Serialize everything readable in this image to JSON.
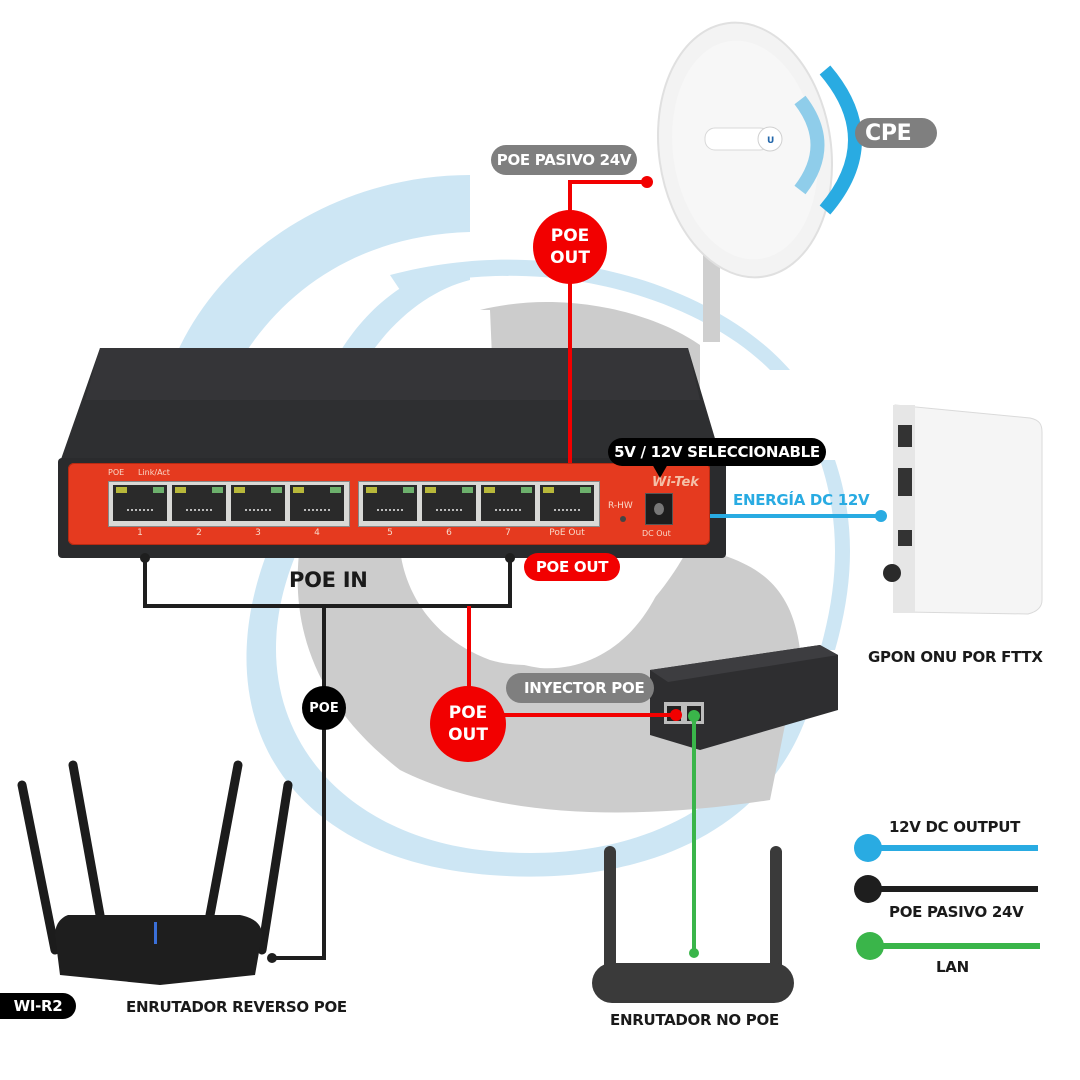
{
  "diagram": {
    "title": "Switch PoE Wi-Tek connection diagram",
    "colors": {
      "poe_red": "#f20000",
      "dc_blue": "#29abe2",
      "poe_black": "#1e1e1e",
      "lan_green": "#3ab54a",
      "label_gray": "#7f7f7f",
      "swirl_light_blue": "#cde6f4",
      "swirl_gray": "#cccccc"
    },
    "labels": {
      "poe_pasivo_top": "POE PASIVO 24V",
      "cpe": "CPE",
      "poe_out_top_line1": "POE",
      "poe_out_top_line2": "OUT",
      "seleccionable": "5V / 12V SELECCIONABLE",
      "energia_dc": "ENERGÍA DC 12V",
      "gpon": "GPON ONU POR FTTX",
      "poe_out_port": "POE OUT",
      "poe_in": "POE IN",
      "poe_circle": "POE",
      "poe_out_mid_line1": "POE",
      "poe_out_mid_line2": "OUT",
      "inyector": "INYECTOR POE",
      "wi_r2": "WI-R2",
      "enrutador_reverso": "ENRUTADOR REVERSO POE",
      "enrutador_no_poe": "ENRUTADOR NO POE"
    },
    "switch": {
      "brand": "Wi-Tek",
      "poe_label": "POE",
      "linkact_label": "Link/Act",
      "ports": [
        "1",
        "2",
        "3",
        "4",
        "5",
        "6",
        "7",
        "PoE Out"
      ],
      "rhw_label": "R-HW",
      "dc_out_label": "DC Out"
    },
    "legend": [
      {
        "label": "12V DC OUTPUT",
        "color": "#29abe2"
      },
      {
        "label": "POE PASIVO 24V",
        "color": "#1e1e1e"
      },
      {
        "label": "LAN",
        "color": "#3ab54a"
      }
    ]
  }
}
